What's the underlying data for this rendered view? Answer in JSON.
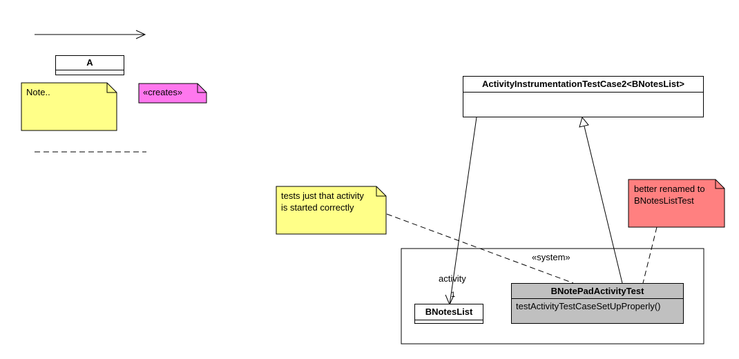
{
  "legend": {
    "class_name": "A",
    "note_text": "Note..",
    "stereotype_note_text": "«creates»"
  },
  "classes": {
    "base": {
      "name": "ActivityInstrumentationTestCase2<BNotesList>"
    },
    "bnoteslist": {
      "name": "BNotesList"
    },
    "test": {
      "name": "BNotePadActivityTest",
      "method": "testActivityTestCaseSetUpProperly()"
    }
  },
  "notes": {
    "tests_note": "tests just that activity\nis started correctly",
    "rename_note": "better renamed to\nBNotesListTest"
  },
  "system_box": {
    "label": "«system»"
  },
  "association": {
    "role": "activity",
    "multiplicity": "1"
  },
  "colors": {
    "note_yellow": "#ffff88",
    "note_pink": "#ff77ee",
    "note_red": "#ff8080",
    "class_gray": "#c0c0c0"
  }
}
